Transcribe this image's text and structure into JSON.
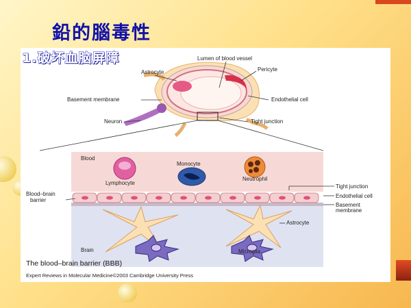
{
  "slide": {
    "title": "鉛的腦毒性",
    "section_heading": "1.破坏血脑屏障"
  },
  "figure": {
    "top_labels": {
      "lumen": "Lumen of blood vessel",
      "astrocyte": "Astrocyte",
      "pericyte": "Pericyte",
      "basement": "Basement membrane",
      "endothelial": "Endothelial cell",
      "neuron": "Neuron",
      "tight": "Tight junction"
    },
    "bottom_labels": {
      "blood": "Blood",
      "monocyte": "Monocyte",
      "lymphocyte": "Lymphocyte",
      "neutrophil": "Neutrophil",
      "bbb_line1": "Blood–brain",
      "bbb_line2": "barrier",
      "tight": "Tight junction",
      "endothelial": "Endothelial cell",
      "basement_line1": "Basement",
      "basement_line2": "membrane",
      "astrocyte": "Astrocyte",
      "brain": "Brain",
      "microglia": "Microglia"
    },
    "caption": "The blood–brain barrier (BBB)",
    "credit": "Expert Reviews in Molecular Medicine©2003 Cambridge University Press"
  },
  "colors": {
    "title": "#1010a8",
    "blood_zone": "#f6d9d6",
    "brain_zone": "#dfe2f0",
    "endothelial": "#f5cfd0",
    "nucleus": "#e0507a",
    "astrocyte": "#fbe0b4",
    "microglia": "#5a4aa0"
  }
}
